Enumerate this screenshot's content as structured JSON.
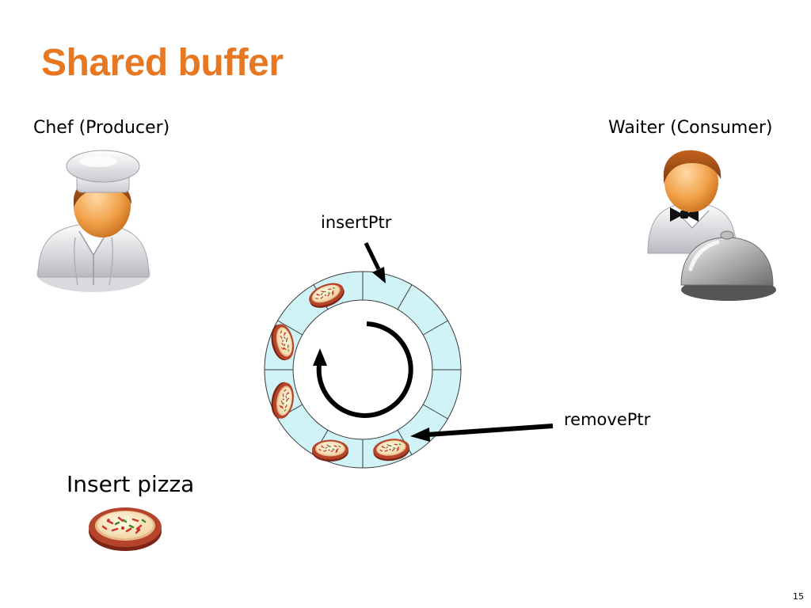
{
  "slide": {
    "title": "Shared buffer",
    "page_number": "15"
  },
  "actors": {
    "producer_label": "Chef (Producer)",
    "consumer_label": "Waiter (Consumer)"
  },
  "buffer": {
    "slot_count": 12,
    "insert_pointer_label": "insertPtr",
    "remove_pointer_label": "removePtr",
    "filled_slots": 5,
    "ring_color": "#cff3f7",
    "pizza_crust_color": "#b5442b"
  },
  "action": {
    "label": "Insert pizza"
  },
  "icons": [
    "chef-icon",
    "waiter-icon",
    "cloche-icon",
    "pizza-icon",
    "circular-arrow-icon",
    "pointer-arrow-icon"
  ]
}
